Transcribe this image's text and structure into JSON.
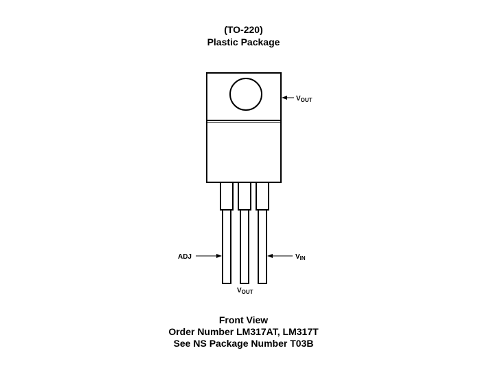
{
  "header": {
    "package_name": "(TO-220)",
    "package_type": "Plastic Package"
  },
  "labels": {
    "tab": {
      "main": "V",
      "sub": "OUT"
    },
    "left_pin": "ADJ",
    "right_pin": {
      "main": "V",
      "sub": "IN"
    },
    "center_pin": {
      "main": "V",
      "sub": "OUT"
    }
  },
  "footer": {
    "view": "Front View",
    "order_number": "Order Number LM317AT, LM317T",
    "package_ref": "See NS Package Number T03B"
  },
  "colors": {
    "stroke": "#000000",
    "background": "#ffffff"
  }
}
